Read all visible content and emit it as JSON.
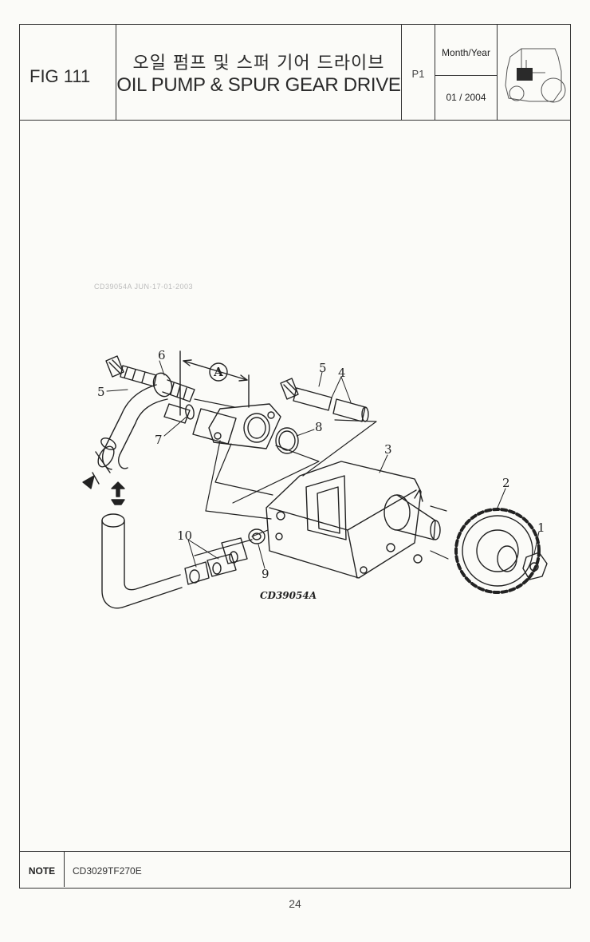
{
  "header": {
    "fig_label": "FIG 111",
    "title_korean": "오일 펌프 및 스퍼 기어 드라이브",
    "title_english": "OIL PUMP & SPUR GEAR DRIVE",
    "page_label": "P1",
    "date_heading": "Month/Year",
    "date_value": "01 / 2004",
    "icon": "tractor-icon"
  },
  "diagram": {
    "faint_code": "CD39054A    JUN-17-01-2003",
    "detail_label": "A",
    "caption": "CD39054A",
    "callouts": [
      "1",
      "2",
      "3",
      "4",
      "5",
      "5",
      "6",
      "7",
      "8",
      "9",
      "10"
    ]
  },
  "note": {
    "label": "NOTE",
    "text": "CD3029TF270E"
  },
  "page_number": "24"
}
